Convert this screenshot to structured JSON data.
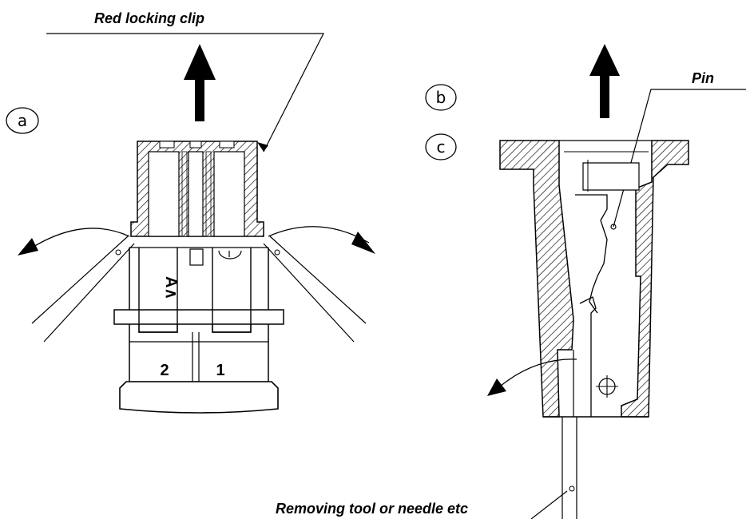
{
  "labels": {
    "red_locking_clip": "Red locking clip",
    "pin": "Pin",
    "removing_tool": "Removing tool or needle etc"
  },
  "circled_letters": [
    "a",
    "b",
    "c"
  ],
  "terminal_numbers": [
    "2",
    "1"
  ],
  "housing_marking": "A∧"
}
